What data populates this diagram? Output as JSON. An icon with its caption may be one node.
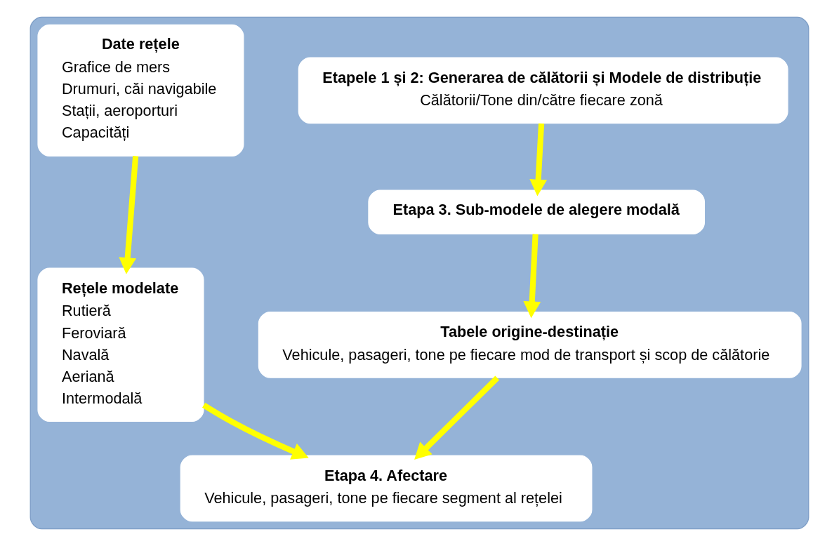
{
  "diagram": {
    "nodes": [
      {
        "text": [],
        "shape": "box"
      },
      {
        "text": [
          "Etapele 1 și 2: Generarea de călătorii și Modele de distribuție",
          "Călătorii/Tone din/către fiecare zonă"
        ],
        "in": 0
      },
      {
        "text": [
          "Etapa 3. Sub-modele de alegere modală"
        ],
        "in": 0
      },
      {
        "text": [
          "Tabele origine-destinație",
          "Vehicule, pasageri, tone pe fiecare mod de transport și scop de călătorie"
        ],
        "in": 0
      },
      {
        "text": [
          "Date rețele",
          "Grafice de mers",
          "Drumuri, căi navigabile",
          "Stații, aeroporturi",
          "Capacități"
        ],
        "in": 0
      },
      {
        "text": [
          "Rețele modelate",
          "Rutieră",
          "Feroviară",
          "Navală",
          "Aeriană",
          "Intermodală"
        ],
        "in": 0
      },
      {
        "text": [
          "Etapa 4. Afectare",
          "Vehicule, pasageri, tone pe fiecare segment al rețelei"
        ],
        "in": 0
      }
    ],
    "edges": [
      {
        "from": 1,
        "to": 2,
        "arrow": "to"
      },
      {
        "from": 2,
        "to": 3,
        "arrow": "to"
      },
      {
        "from": 4,
        "to": 5,
        "arrow": "to"
      },
      {
        "from": 3,
        "to": 6,
        "arrow": "to"
      },
      {
        "from": 5,
        "to": 6,
        "arrow": "to"
      }
    ]
  }
}
